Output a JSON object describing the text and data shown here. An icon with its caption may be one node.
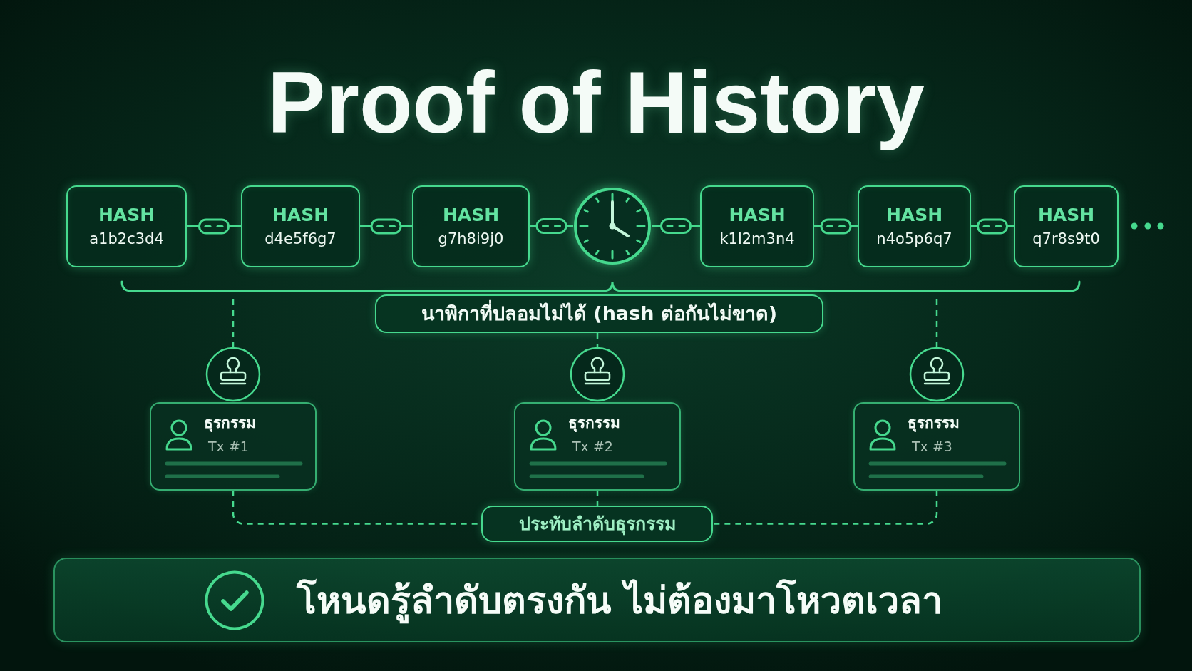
{
  "diagram": {
    "title": "Proof of History",
    "nodes": [
      {
        "text": [
          "HASH",
          "a1b2c3d4"
        ]
      },
      {
        "text": [
          "HASH",
          "d4e5f6g7"
        ]
      },
      {
        "text": [
          "HASH",
          "g7h8i9j0"
        ]
      },
      {
        "text": [],
        "shape": "clock"
      },
      {
        "text": [
          "HASH",
          "k1l2m3n4"
        ]
      },
      {
        "text": [
          "HASH",
          "n4o5p6q7"
        ]
      },
      {
        "text": [
          "HASH",
          "q7r8s9t0"
        ]
      },
      {
        "text": [
          "นาพิกาที่ปลอมไม่ได้ (hash ต่อกันไม่ขาด)"
        ]
      },
      {
        "text": [],
        "shape": "circle"
      },
      {
        "text": [],
        "shape": "circle"
      },
      {
        "text": [],
        "shape": "circle"
      },
      {
        "text": [
          "ธุรกรรม",
          "Tx #1"
        ]
      },
      {
        "text": [
          "ธุรกรรม",
          "Tx #2"
        ]
      },
      {
        "text": [
          "ธุรกรรม",
          "Tx #3"
        ]
      },
      {
        "text": [
          "ประทับลำดับธุรกรรม"
        ]
      },
      {
        "text": [
          "โหนดรู้ลำดับตรงกัน ไม่ต้องมาโหวตเวลา"
        ]
      }
    ],
    "edges": [
      {
        "from": 0,
        "to": 1,
        "arrow": "none"
      },
      {
        "from": 1,
        "to": 2,
        "arrow": "none"
      },
      {
        "from": 2,
        "to": 3,
        "arrow": "none"
      },
      {
        "from": 3,
        "to": 4,
        "arrow": "none"
      },
      {
        "from": 4,
        "to": 5,
        "arrow": "none"
      },
      {
        "from": 5,
        "to": 6,
        "arrow": "none"
      },
      {
        "from": null,
        "to": 8,
        "arrow": "none",
        "style": "dashed"
      },
      {
        "from": 7,
        "to": 9,
        "arrow": "none",
        "style": "dashed"
      },
      {
        "from": null,
        "to": 10,
        "arrow": "none",
        "style": "dashed"
      },
      {
        "from": 11,
        "to": 14,
        "arrow": "none",
        "style": "dashed"
      },
      {
        "from": 12,
        "to": 14,
        "arrow": "none",
        "style": "dashed"
      },
      {
        "from": 13,
        "to": 14,
        "arrow": "none",
        "style": "dashed"
      }
    ]
  }
}
